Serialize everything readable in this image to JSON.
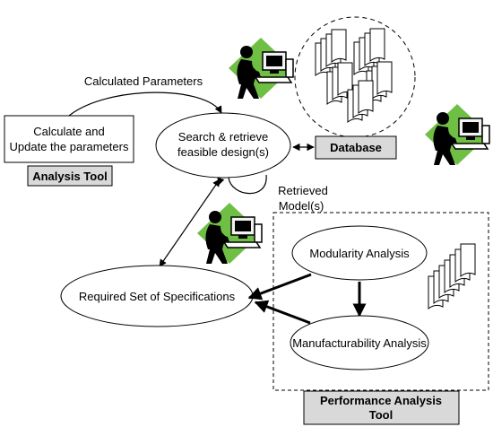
{
  "nodes": {
    "calculate_box": {
      "line1": "Calculate and",
      "line2": "Update the parameters"
    },
    "analysis_tool": {
      "label": "Analysis Tool"
    },
    "search": {
      "line1": "Search & retrieve",
      "line2": "feasible design(s)"
    },
    "database": {
      "label": "Database"
    },
    "required_specs": {
      "label": "Required Set of Specifications"
    },
    "modularity": {
      "label": "Modularity Analysis"
    },
    "manufacturability": {
      "label": "Manufacturability Analysis"
    },
    "performance_tool": {
      "line1": "Performance Analysis",
      "line2": "Tool"
    }
  },
  "edges": {
    "calculated_parameters": "Calculated Parameters",
    "retrieved_models": {
      "line1": "Retrieved",
      "line2": "Model(s)"
    }
  },
  "icons": {
    "user_workstation": "user-at-computer-icon",
    "documents": "document-stack-icon"
  },
  "colors": {
    "accent_green": "#6fbf44",
    "label_box": "#d9d9d9",
    "stroke": "#000000"
  }
}
